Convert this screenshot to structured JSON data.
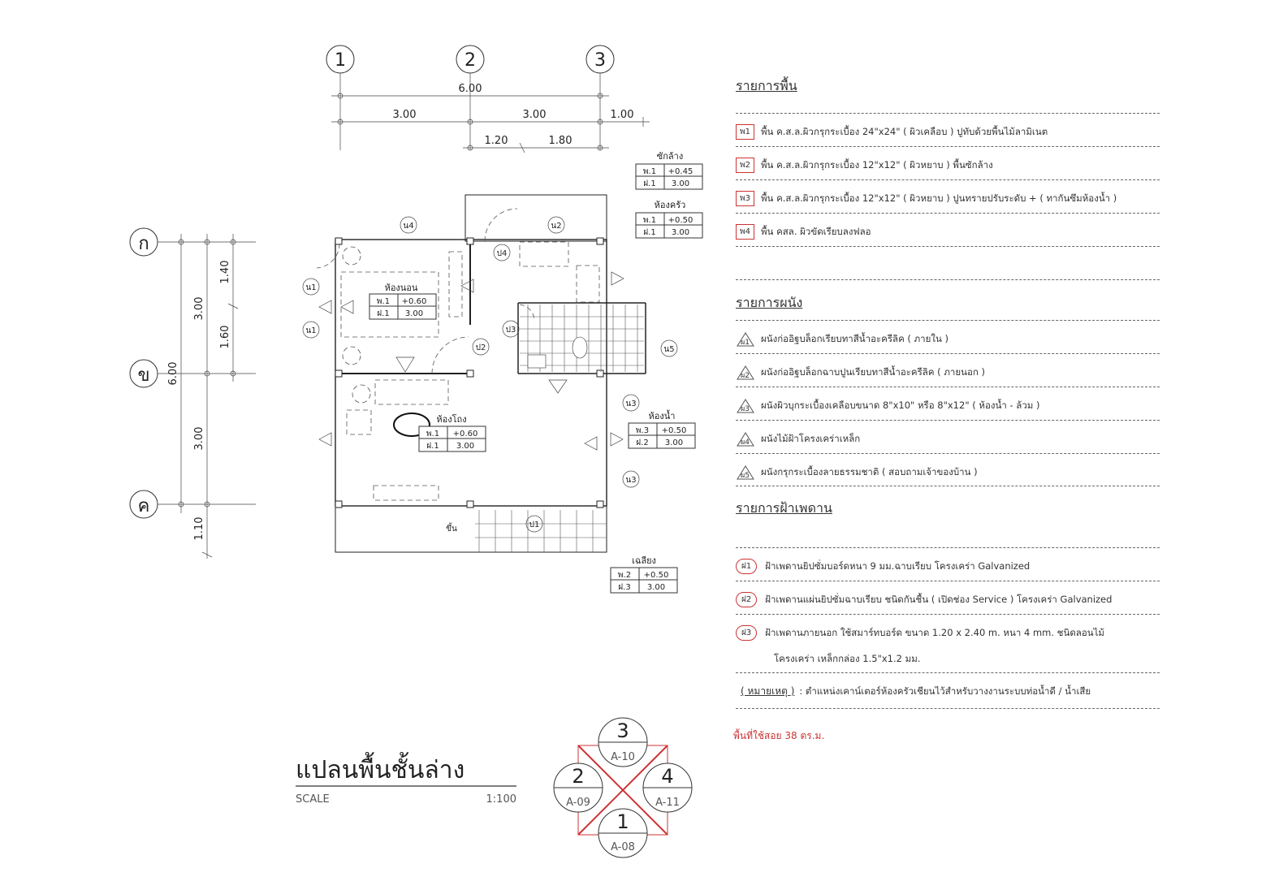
{
  "grid": {
    "columns": [
      "1",
      "2",
      "3"
    ],
    "rows": [
      "ก",
      "ข",
      "ค"
    ]
  },
  "dims": {
    "top_total": "6.00",
    "top_a": "3.00",
    "top_b": "3.00",
    "top_c": "1.00",
    "top_d": "1.20",
    "top_e": "1.80",
    "left_total": "6.00",
    "left_a": "3.00",
    "left_b": "3.00",
    "left_c": "1.40",
    "left_d": "1.60",
    "left_e": "1.10"
  },
  "room_tags": [
    {
      "name": "ซักล้าง",
      "floor_code": "พ.1",
      "floor_level": "+0.45",
      "ceil_code": "ฝ.1",
      "ceil_val": "3.00"
    },
    {
      "name": "ห้องครัว",
      "floor_code": "พ.1",
      "floor_level": "+0.50",
      "ceil_code": "ฝ.1",
      "ceil_val": "3.00"
    },
    {
      "name": "ห้องนอน",
      "floor_code": "พ.1",
      "floor_level": "+0.60",
      "ceil_code": "ฝ.1",
      "ceil_val": "3.00"
    },
    {
      "name": "ห้องโถง",
      "floor_code": "พ.1",
      "floor_level": "+0.60",
      "ceil_code": "ฝ.1",
      "ceil_val": "3.00"
    },
    {
      "name": "ห้องน้ำ",
      "floor_code": "พ.3",
      "floor_level": "+0.50",
      "ceil_code": "ฝ.2",
      "ceil_val": "3.00"
    },
    {
      "name": "เฉลียง",
      "floor_code": "พ.2",
      "floor_level": "+0.50",
      "ceil_code": "ฝ.3",
      "ceil_val": "3.00"
    }
  ],
  "plan_labels": {
    "n1a": "น1",
    "n1b": "น1",
    "n2": "น2",
    "n3a": "น3",
    "n3b": "น3",
    "n4": "น4",
    "n5": "น5",
    "p1": "ป1",
    "p2": "ป2",
    "p3": "ป3",
    "p4": "ป4",
    "up": "ขึ้น"
  },
  "floor_legend": {
    "title": "รายการพื้น",
    "items": [
      {
        "code": "พ1",
        "text": "พื้น ค.ส.ล.ผิวกรุกระเบื้อง 24\"x24\"  ( ผิวเคลือบ ) ปูทับด้วยพื้นไม้ลามิเนต"
      },
      {
        "code": "พ2",
        "text": "พื้น ค.ส.ล.ผิวกรุกระเบื้อง 12\"x12\"  ( ผิวหยาบ )  พื้นซักล้าง"
      },
      {
        "code": "พ3",
        "text": "พื้น ค.ส.ล.ผิวกรุกระเบื้อง 12\"x12\"  ( ผิวหยาบ )  ปูนทรายปรับระดับ + ( ทากันซึมห้องน้ำ )"
      },
      {
        "code": "พ4",
        "text": "พื้น คสล. ผิวขัดเรียบลงฟลอ"
      }
    ]
  },
  "wall_legend": {
    "title": "รายการผนัง",
    "items": [
      {
        "code": "ผ1",
        "text": "ผนังก่ออิฐบล็อกเรียบทาสีน้ำอะครีลิค  ( ภายใน )"
      },
      {
        "code": "ผ2",
        "text": "ผนังก่ออิฐบล็อกฉาบปูนเรียบทาสีน้ำอะครีลิค  ( ภายนอก )"
      },
      {
        "code": "ผ3",
        "text": "ผนังผิวบุกระเบื้องเคลือบขนาด 8\"x10\"  หรือ  8\"x12\"  ( ห้องน้ำ - ล้วม )"
      },
      {
        "code": "ผ4",
        "text": "ผนังไม้ฝ้าโครงเคร่าเหล็ก"
      },
      {
        "code": "ผ5",
        "text": "ผนังกรุกระเบื้องลายธรรมชาติ ( สอบถามเจ้าของบ้าน )"
      }
    ]
  },
  "ceiling_legend": {
    "title": "รายการฝ้าเพดาน",
    "items": [
      {
        "code": "ฝ1",
        "text": "ฝ้าเพดานยิปซั่มบอร์ดหนา 9 มม.ฉาบเรียบ  โครงเคร่า Galvanized"
      },
      {
        "code": "ฝ2",
        "text": "ฝ้าเพดานแผ่นยิปซั่มฉาบเรียบ  ชนิดกันชื้น ( เปิดช่อง Service ) โครงเคร่า Galvanized"
      },
      {
        "code": "ฝ3",
        "text": "ฝ้าเพดานภายนอก  ใช้สมาร์ทบอร์ด  ขนาด  1.20 x 2.40  m.  หนา  4  mm.  ชนิดลอนไม้"
      }
    ],
    "extra": "โครงเคร่า เหล็กกล่อง 1.5\"x1.2 มม."
  },
  "note": {
    "label": "( หมายเหตุ )",
    "text": ":  ตำแหน่งเคาน์เตอร์ห้องครัวเชียนไว้สำหรับวางงานระบบท่อน้ำดี / น้ำเสีย"
  },
  "area": "พื้นที่ใช้สอย 38 ตร.ม.",
  "title_block": {
    "title": "แปลนพื้นชั้นล่าง",
    "scale_label": "SCALE",
    "scale_value": "1:100"
  },
  "section_marker": {
    "top": {
      "num": "3",
      "sheet": "A-10"
    },
    "left": {
      "num": "2",
      "sheet": "A-09"
    },
    "right": {
      "num": "4",
      "sheet": "A-11"
    },
    "bottom": {
      "num": "1",
      "sheet": "A-08"
    }
  },
  "colors": {
    "accent_red": "#cc3333",
    "line": "#333333"
  }
}
